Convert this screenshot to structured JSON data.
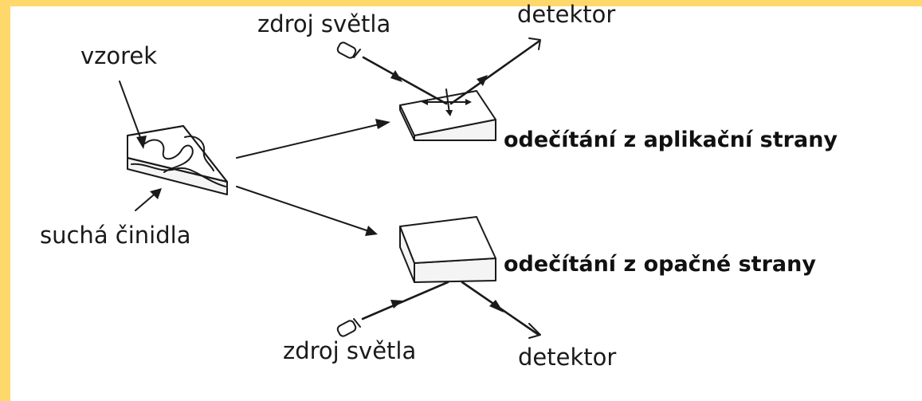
{
  "labels": {
    "light_source_top": "zdroj světla",
    "detector_top": "detektor",
    "sample": "vzorek",
    "dry_reagents": "suchá činidla",
    "reading_application_side": "odečítání z aplikační strany",
    "reading_opposite_side": "odečítání z opačné strany",
    "light_source_bottom": "zdroj světla",
    "detector_bottom": "detektor"
  },
  "colors": {
    "frame": "#ffd86b",
    "ink": "#1a1a1a",
    "background": "#ffffff"
  },
  "icons": {
    "light_source": "flashlight-icon",
    "detector": "detector-arrow-icon"
  }
}
